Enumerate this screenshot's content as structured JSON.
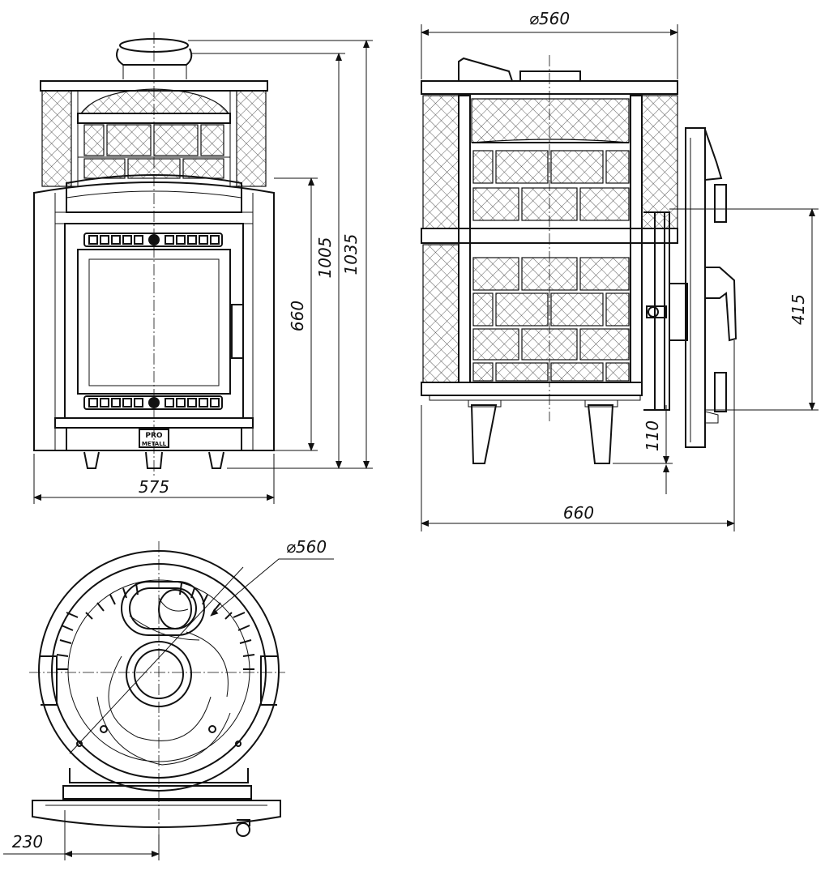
{
  "drawing": {
    "front": {
      "dim_width": "575",
      "dim_height_total": "1035",
      "dim_height_body": "1005",
      "dim_height_door": "660",
      "logo_top": "PRO",
      "logo_bottom": "METALL"
    },
    "side": {
      "dim_diameter": "⌀560",
      "dim_depth": "660",
      "dim_door": "415",
      "dim_legs": "110"
    },
    "top": {
      "dim_diameter": "⌀560",
      "dim_offset": "230"
    }
  }
}
